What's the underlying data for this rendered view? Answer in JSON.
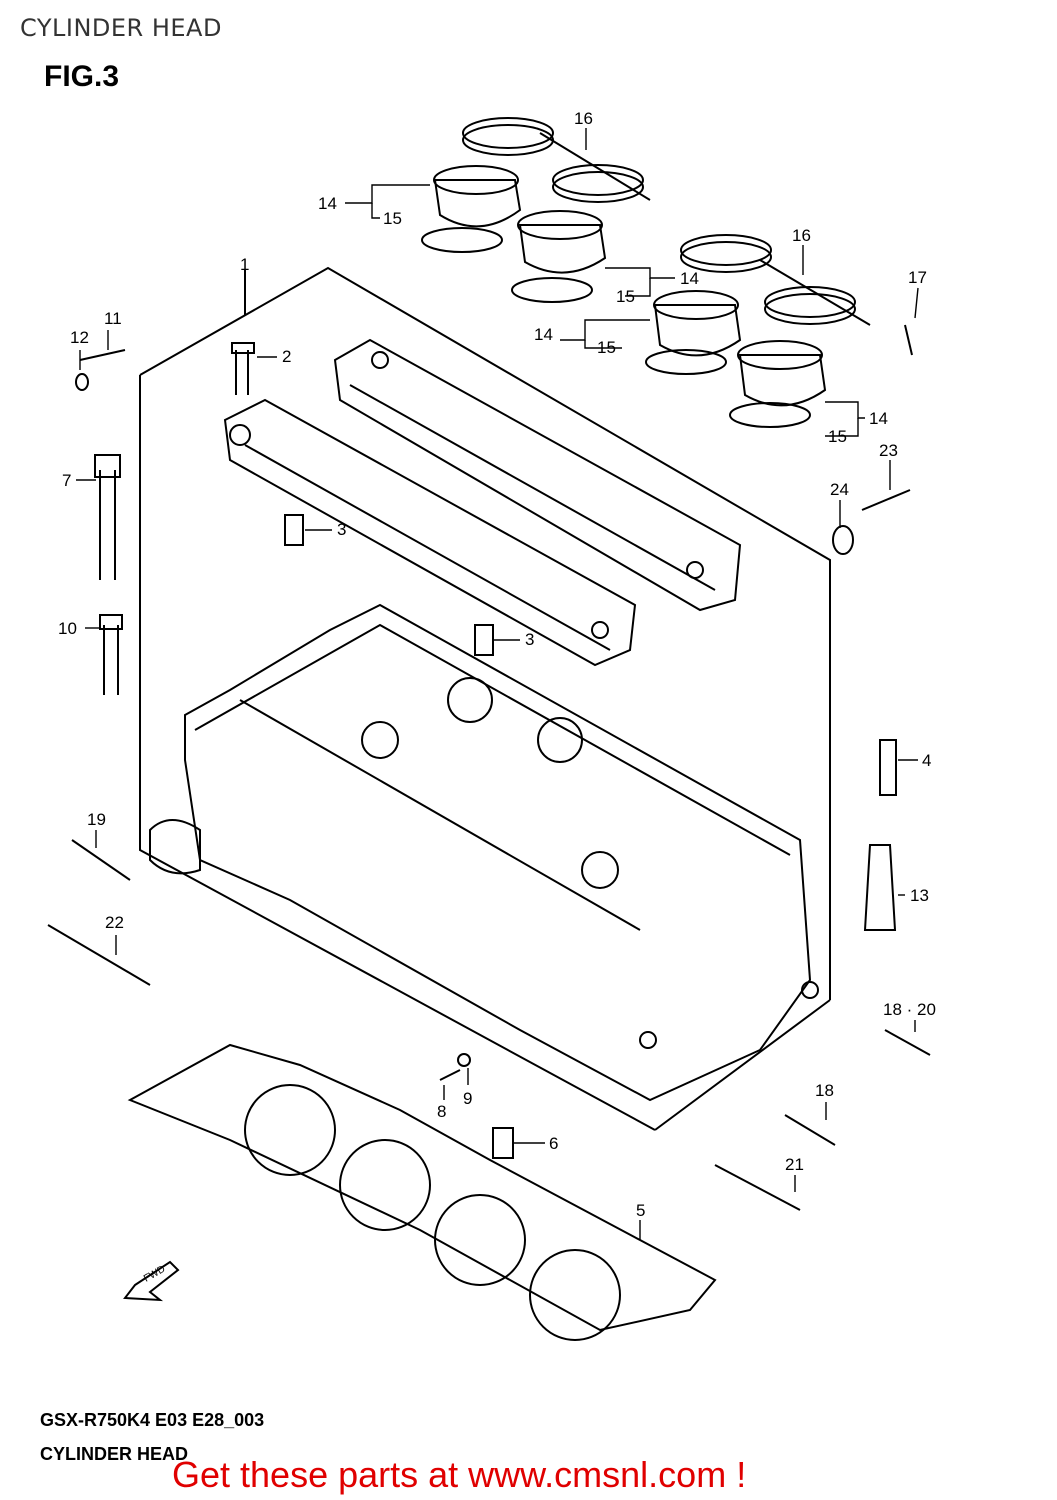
{
  "header": {
    "title": "CYLINDER HEAD"
  },
  "figure": {
    "label": "FIG.3"
  },
  "callouts": {
    "c1": "1",
    "c2": "2",
    "c3a": "3",
    "c3b": "3",
    "c4": "4",
    "c5": "5",
    "c6": "6",
    "c7": "7",
    "c8": "8",
    "c9": "9",
    "c10": "10",
    "c11": "11",
    "c12": "12",
    "c13": "13",
    "c14a": "14",
    "c14b": "14",
    "c14c": "14",
    "c14d": "14",
    "c15a": "15",
    "c15b": "15",
    "c15c": "15",
    "c15d": "15",
    "c16a": "16",
    "c16b": "16",
    "c17": "17",
    "c18": "18",
    "c18_20": "18 · 20",
    "c19": "19",
    "c21": "21",
    "c22": "22",
    "c23": "23",
    "c24": "24"
  },
  "direction_marker": "FWD",
  "footer": {
    "code": "GSX-R750K4 E03 E28_003",
    "name": "CYLINDER HEAD"
  },
  "promo": {
    "text": "Get these parts at www.cmsnl.com !"
  },
  "colors": {
    "promo": "#e00000",
    "ink": "#000000",
    "header": "#333333"
  }
}
